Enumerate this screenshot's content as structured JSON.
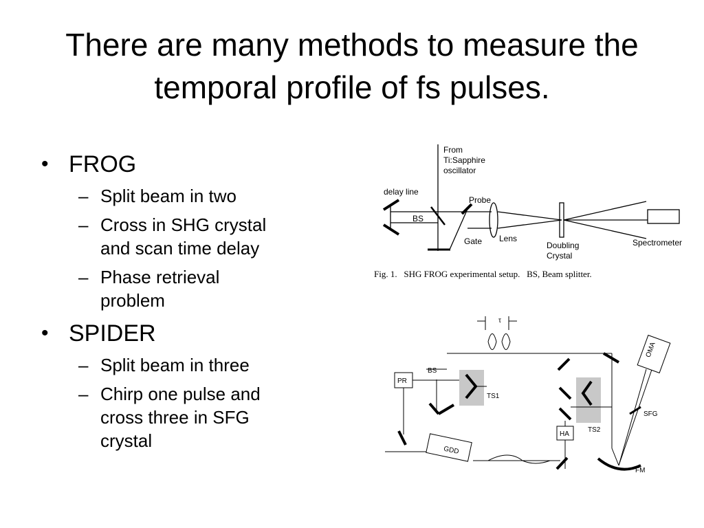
{
  "slide": {
    "title_line1": "There are many methods to measure the",
    "title_line2": "temporal profile of fs pulses."
  },
  "bullets": [
    {
      "label": "FROG",
      "subs": [
        {
          "lines": [
            "Split beam in two"
          ]
        },
        {
          "lines": [
            "Cross in SHG crystal",
            "and scan time delay"
          ]
        },
        {
          "lines": [
            "Phase retrieval",
            "problem"
          ]
        }
      ]
    },
    {
      "label": "SPIDER",
      "subs": [
        {
          "lines": [
            "Split beam in three"
          ]
        },
        {
          "lines": [
            "Chirp one pulse and",
            "cross three in SFG",
            "crystal"
          ]
        }
      ]
    }
  ],
  "dash": "–",
  "fig1": {
    "from_line1": "From",
    "from_line2": "Ti:Sapphire",
    "from_line3": "oscillator",
    "delay_line": "delay line",
    "probe": "Probe",
    "bs": "BS",
    "gate": "Gate",
    "lens": "Lens",
    "doubling_line1": "Doubling",
    "doubling_line2": "Crystal",
    "spectrometer": "Spectrometer",
    "caption": "Fig. 1.   SHG FROG experimental setup.   BS, Beam splitter."
  },
  "fig2": {
    "tau": "τ",
    "oma": "OMA",
    "pr": "PR",
    "bs": "BS",
    "ts1": "TS1",
    "ts2": "TS2",
    "ha": "HA",
    "sfg": "SFG",
    "gdd": "GDD",
    "fm": "FM"
  },
  "colors": {
    "text": "#000000",
    "stage": "#c8c8c8"
  }
}
